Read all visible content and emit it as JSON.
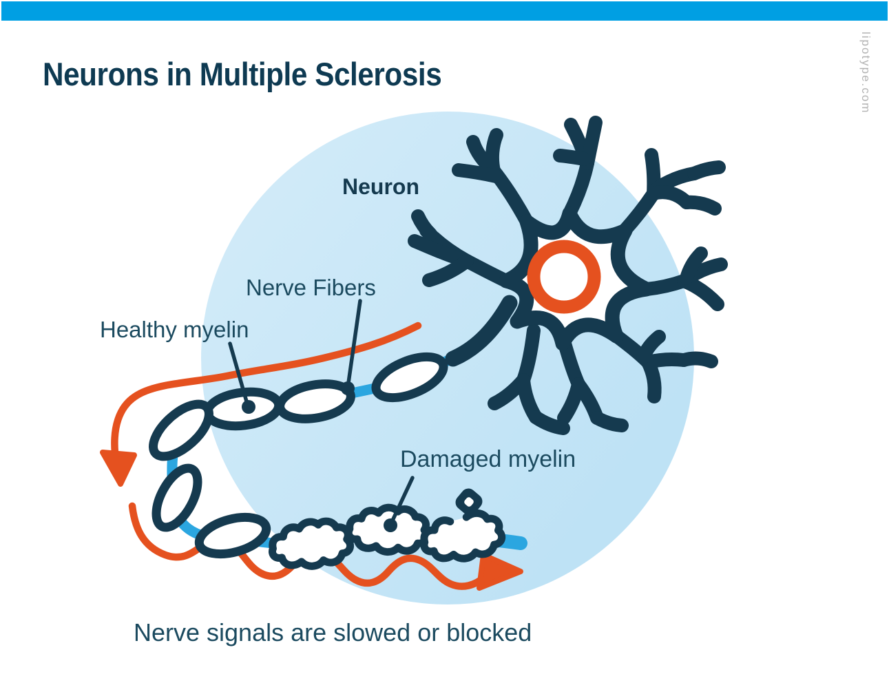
{
  "header": {
    "title": "Neurons in Multiple Sclerosis"
  },
  "watermark": {
    "text": "lipotype.com"
  },
  "diagram": {
    "labels": {
      "neuron": "Neuron",
      "nerve_fibers": "Nerve Fibers",
      "healthy_myelin": "Healthy myelin",
      "damaged_myelin": "Damaged myelin"
    },
    "caption": "Nerve signals are slowed or blocked"
  },
  "colors": {
    "top_bar": "#009FE3",
    "navy": "#153A4F",
    "title_text": "#0E3A52",
    "label_text": "#1B4A5F",
    "orange": "#E5511F",
    "axon_blue": "#2BA6E0",
    "circle_light": "#D4ECF9",
    "circle_dark": "#BEE2F5",
    "watermark_gray": "#B3B3B3",
    "background": "#FFFFFF"
  }
}
